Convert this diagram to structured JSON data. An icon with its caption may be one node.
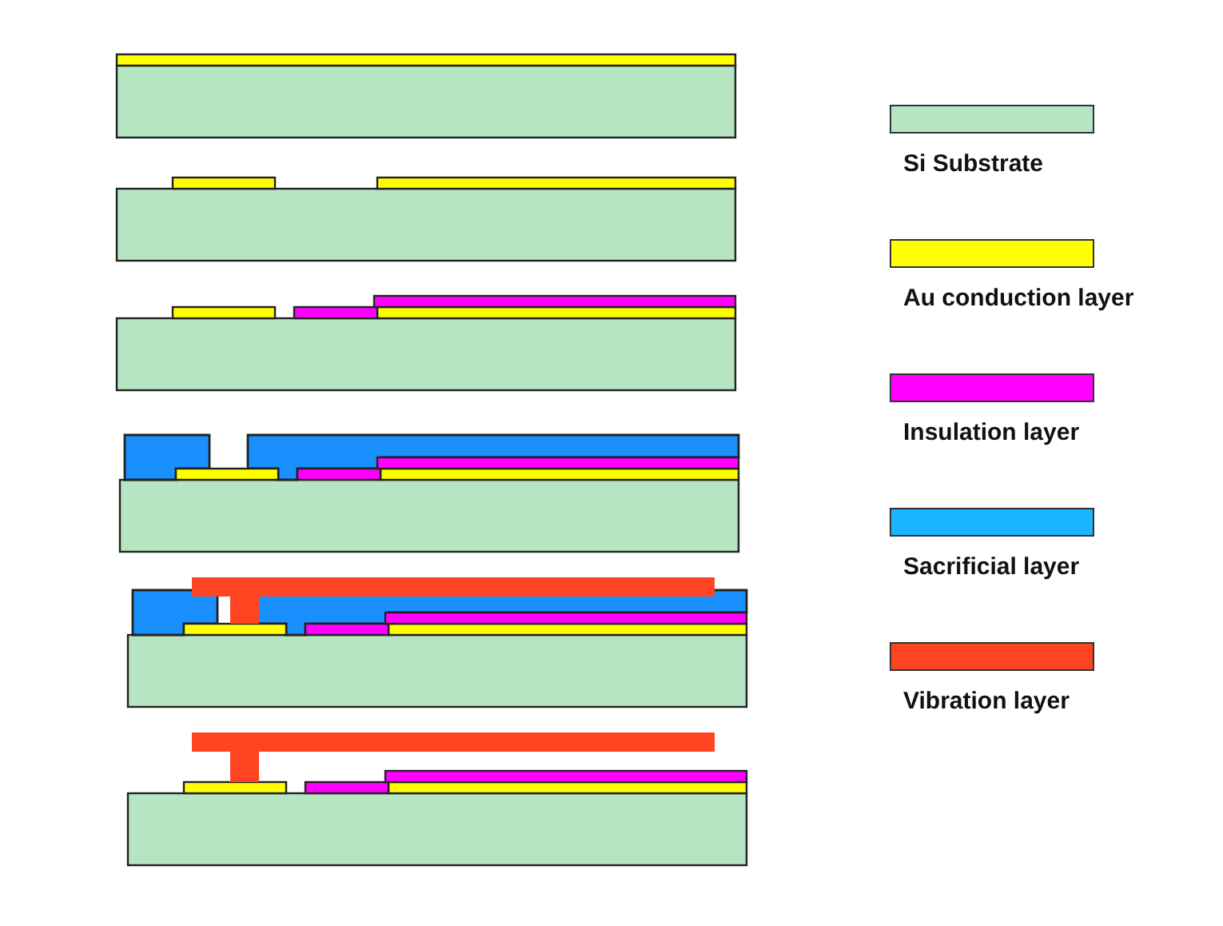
{
  "diagram": {
    "legend": [
      {
        "text": "Si Substrate",
        "color": "#b5e5c1"
      },
      {
        "text": "Au conduction layer",
        "color": "#ffff00"
      },
      {
        "text": "Insulation layer",
        "color": "#ff00ff"
      },
      {
        "text": "Sacrificial layer",
        "color": "#1ab4ff"
      },
      {
        "text": "Vibration layer",
        "color": "#ff4422"
      }
    ]
  }
}
